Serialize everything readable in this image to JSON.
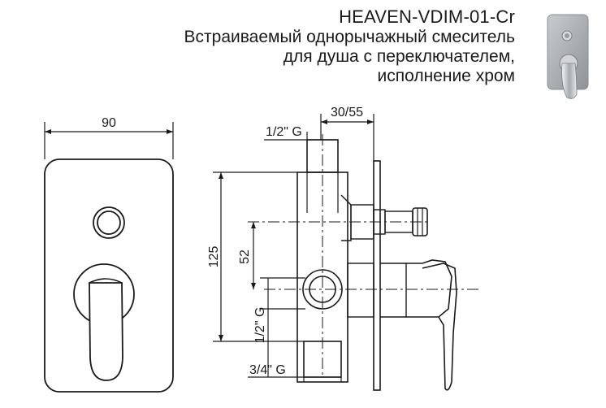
{
  "product": {
    "model": "HEAVEN-VDIM-01-Cr",
    "description_lines": [
      "Встраиваемый однорычажный смеситель",
      "для душа с переключателем,",
      "исполнение хром"
    ]
  },
  "dimensions": {
    "width_front": "90",
    "depth": "30/55",
    "height_total": "125",
    "height_between_outlets": "52",
    "top_outlet": "1/2\" G",
    "side_outlet": "1/2\" G",
    "bottom_inlet": "3/4\" G"
  },
  "colors": {
    "line": "#1a1a1a",
    "product_chrome": "#b9bcbf"
  }
}
